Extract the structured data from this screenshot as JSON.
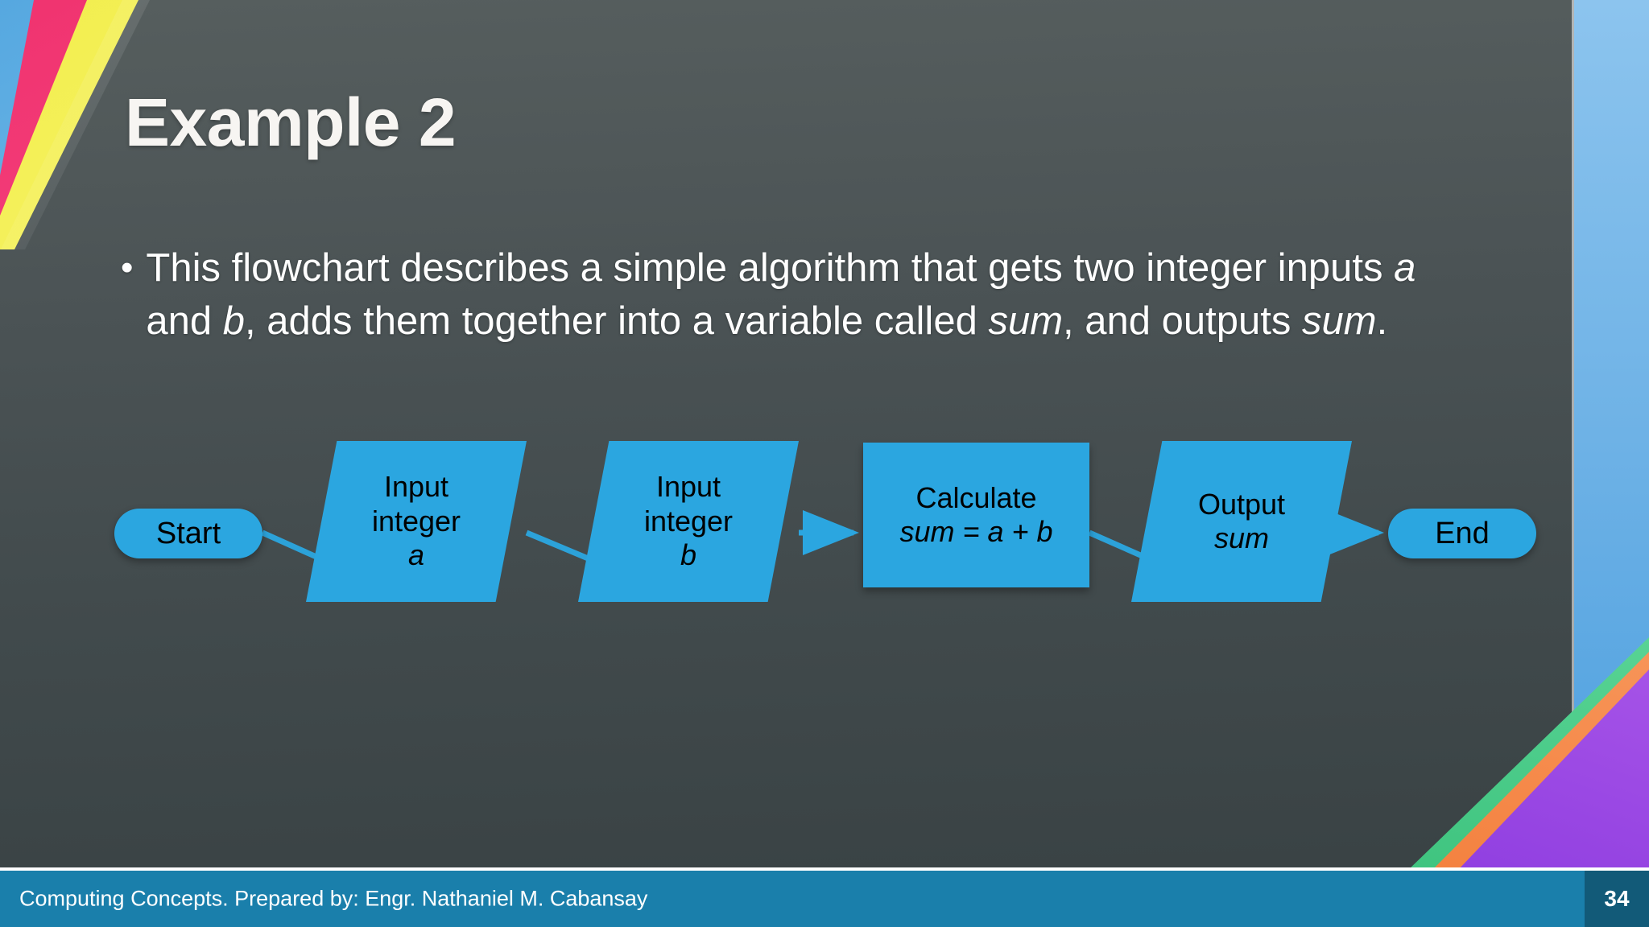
{
  "slide": {
    "title": "Example 2",
    "bullet_marker": "•",
    "body_segments": [
      {
        "text": "This flowchart describes a simple algorithm that gets two integer inputs ",
        "italic": false
      },
      {
        "text": "a",
        "italic": true
      },
      {
        "text": " and ",
        "italic": false
      },
      {
        "text": "b",
        "italic": true
      },
      {
        "text": ", adds them together into a variable called ",
        "italic": false
      },
      {
        "text": "sum",
        "italic": true
      },
      {
        "text": ", and outputs ",
        "italic": false
      },
      {
        "text": "sum",
        "italic": true
      },
      {
        "text": ".",
        "italic": false
      }
    ],
    "body_plain": "This flowchart describes a simple algorithm that gets two integer inputs a and b, adds them together into a variable called sum, and outputs sum."
  },
  "flowchart": {
    "nodes": [
      {
        "id": "start",
        "shape": "terminator",
        "lines": [
          {
            "text": "Start",
            "italic": false
          }
        ]
      },
      {
        "id": "in-a",
        "shape": "parallelogram",
        "lines": [
          {
            "text": "Input",
            "italic": false
          },
          {
            "text": "integer",
            "italic": false
          },
          {
            "text": "a",
            "italic": true
          }
        ]
      },
      {
        "id": "in-b",
        "shape": "parallelogram",
        "lines": [
          {
            "text": "Input",
            "italic": false
          },
          {
            "text": "integer",
            "italic": false
          },
          {
            "text": "b",
            "italic": true
          }
        ]
      },
      {
        "id": "calc",
        "shape": "process",
        "lines": [
          {
            "text": "Calculate",
            "italic": false
          },
          {
            "text": "sum = a + b",
            "italic": true
          }
        ]
      },
      {
        "id": "out",
        "shape": "parallelogram",
        "lines": [
          {
            "text": "Output",
            "italic": false
          },
          {
            "text": "sum",
            "italic": true
          }
        ]
      },
      {
        "id": "end",
        "shape": "terminator",
        "lines": [
          {
            "text": "End",
            "italic": false
          }
        ]
      }
    ],
    "node_fill": "#2ba6e0",
    "connector_color": "#2ba6e0",
    "connectors": [
      {
        "from": "start",
        "to": "in-a",
        "style": "diagonal"
      },
      {
        "from": "in-a",
        "to": "in-b",
        "style": "diagonal"
      },
      {
        "from": "in-b",
        "to": "calc",
        "style": "horizontal-arrow"
      },
      {
        "from": "calc",
        "to": "out",
        "style": "diagonal"
      },
      {
        "from": "out",
        "to": "end",
        "style": "horizontal-arrow"
      }
    ]
  },
  "footer": {
    "text": "Computing Concepts. Prepared by: Engr. Nathaniel M. Cabansay",
    "page_number": "34",
    "bar_color": "#1a7fab",
    "page_box_color": "#125a78"
  },
  "decor": {
    "background_top": "#565e5e",
    "background_bottom": "#384143",
    "top_left_stripes": [
      "#56a8e0",
      "#f0336f",
      "#f2ee4e"
    ],
    "right_band": "#6eb2e6",
    "bottom_right_stripes": [
      "#3fc47f",
      "#f4813f",
      "#8f3ee0"
    ]
  }
}
